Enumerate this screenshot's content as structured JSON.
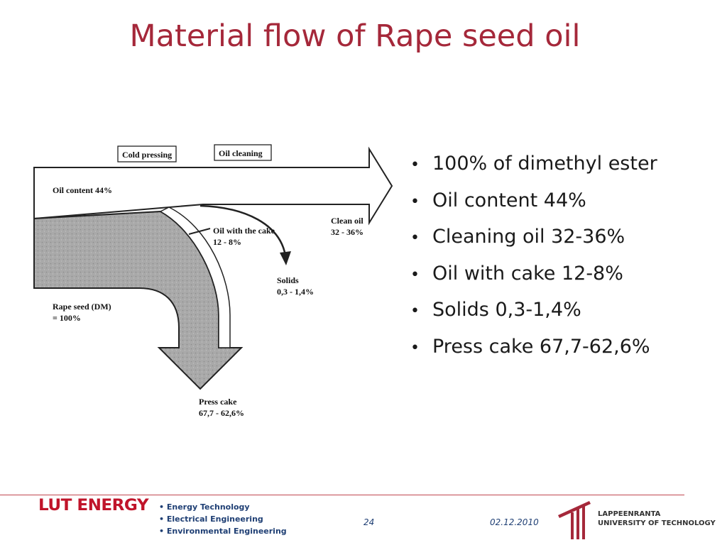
{
  "slide": {
    "title": "Material flow of Rape seed oil",
    "page_number": "24",
    "date": "02.12.2010"
  },
  "diagram": {
    "cold_pressing": "Cold pressing",
    "oil_cleaning": "Oil cleaning",
    "oil_content": "Oil content 44%",
    "clean_oil_1": "Clean oil",
    "clean_oil_2": "32 - 36%",
    "oil_with_cake_1": "Oil with the cake",
    "oil_with_cake_2": "12 - 8%",
    "solids_1": "Solids",
    "solids_2": "0,3 - 1,4%",
    "rape_seed_1": "Rape seed (DM)",
    "rape_seed_2": "= 100%",
    "press_cake_1": "Press cake",
    "press_cake_2": "67,7 - 62,6%"
  },
  "bullets": [
    "100%  of dimethyl ester",
    "Oil content 44%",
    "Cleaning oil 32-36%",
    "Oil with cake 12-8%",
    "Solids 0,3-1,4%",
    "Press cake 67,7-62,6%"
  ],
  "footer": {
    "logo_text": "LUT ENERGY",
    "departments": [
      "Energy Technology",
      "Electrical Engineering",
      "Environmental Engineering"
    ],
    "university_line1": "LAPPEENRANTA",
    "university_line2": "UNIVERSITY OF TECHNOLOGY"
  },
  "colors": {
    "title": "#a5283a",
    "footer_text": "#1f3f74",
    "logo": "#c0142a"
  }
}
